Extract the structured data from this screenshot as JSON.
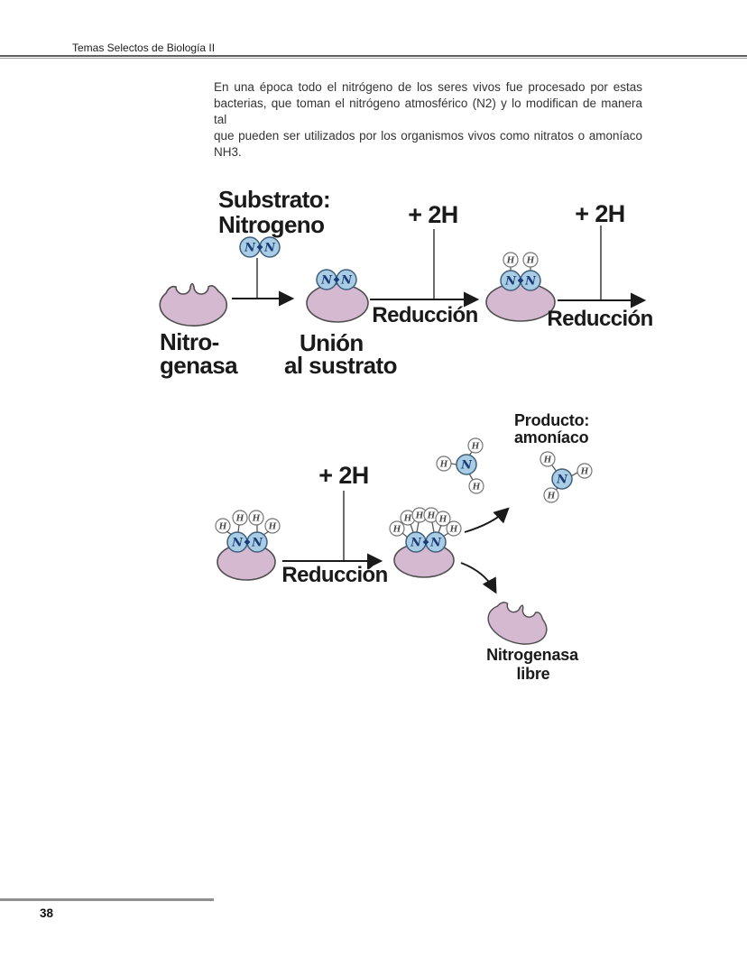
{
  "page": {
    "header": {
      "title": "Temas Selectos de Biología II"
    },
    "paragraph_lines": [
      "En una época todo el nitrógeno de los seres vivos fue procesado por estas",
      "bacterias, que toman el nitrógeno atmosférico (N2) y lo modifican de manera tal",
      "que pueden ser utilizados por los organismos vivos como nitratos o amoníaco",
      "NH3."
    ],
    "footer": {
      "page_number": "38"
    }
  },
  "diagram": {
    "labels": {
      "substrate_line1": "Substrato:",
      "substrate_line2": "Nitrogeno",
      "enzyme_line1": "Nitro-",
      "enzyme_line2": "genasa",
      "binding_line1": "Unión",
      "binding_line2": "al sustrato",
      "reduction_step1": "Reducción",
      "reduction_step2": "Reducción",
      "reduction_step3": "Reducción",
      "plus_2h_step1": "+ 2H",
      "plus_2h_step2": "+ 2H",
      "plus_2h_step3": "+ 2H",
      "product_line1": "Producto:",
      "product_line2": "amoníaco",
      "free_enzyme_line1": "Nitrogenasa",
      "free_enzyme_line2": "libre"
    },
    "atoms": {
      "nitrogen": "N",
      "hydrogen": "H"
    },
    "colors": {
      "enzyme_fill": "#d5b9d1",
      "enzyme_stroke": "#4f4f4f",
      "nitrogen_fill": "#a9cde4",
      "nitrogen_stroke": "#3f5f7d",
      "nitrogen_text": "#1b3a78",
      "hydrogen_fill": "#ffffff",
      "hydrogen_stroke": "#757575",
      "hydrogen_text": "#4d4d4d",
      "arrow_color": "#1a1a1a",
      "label_color": "#1a1a1a"
    }
  }
}
